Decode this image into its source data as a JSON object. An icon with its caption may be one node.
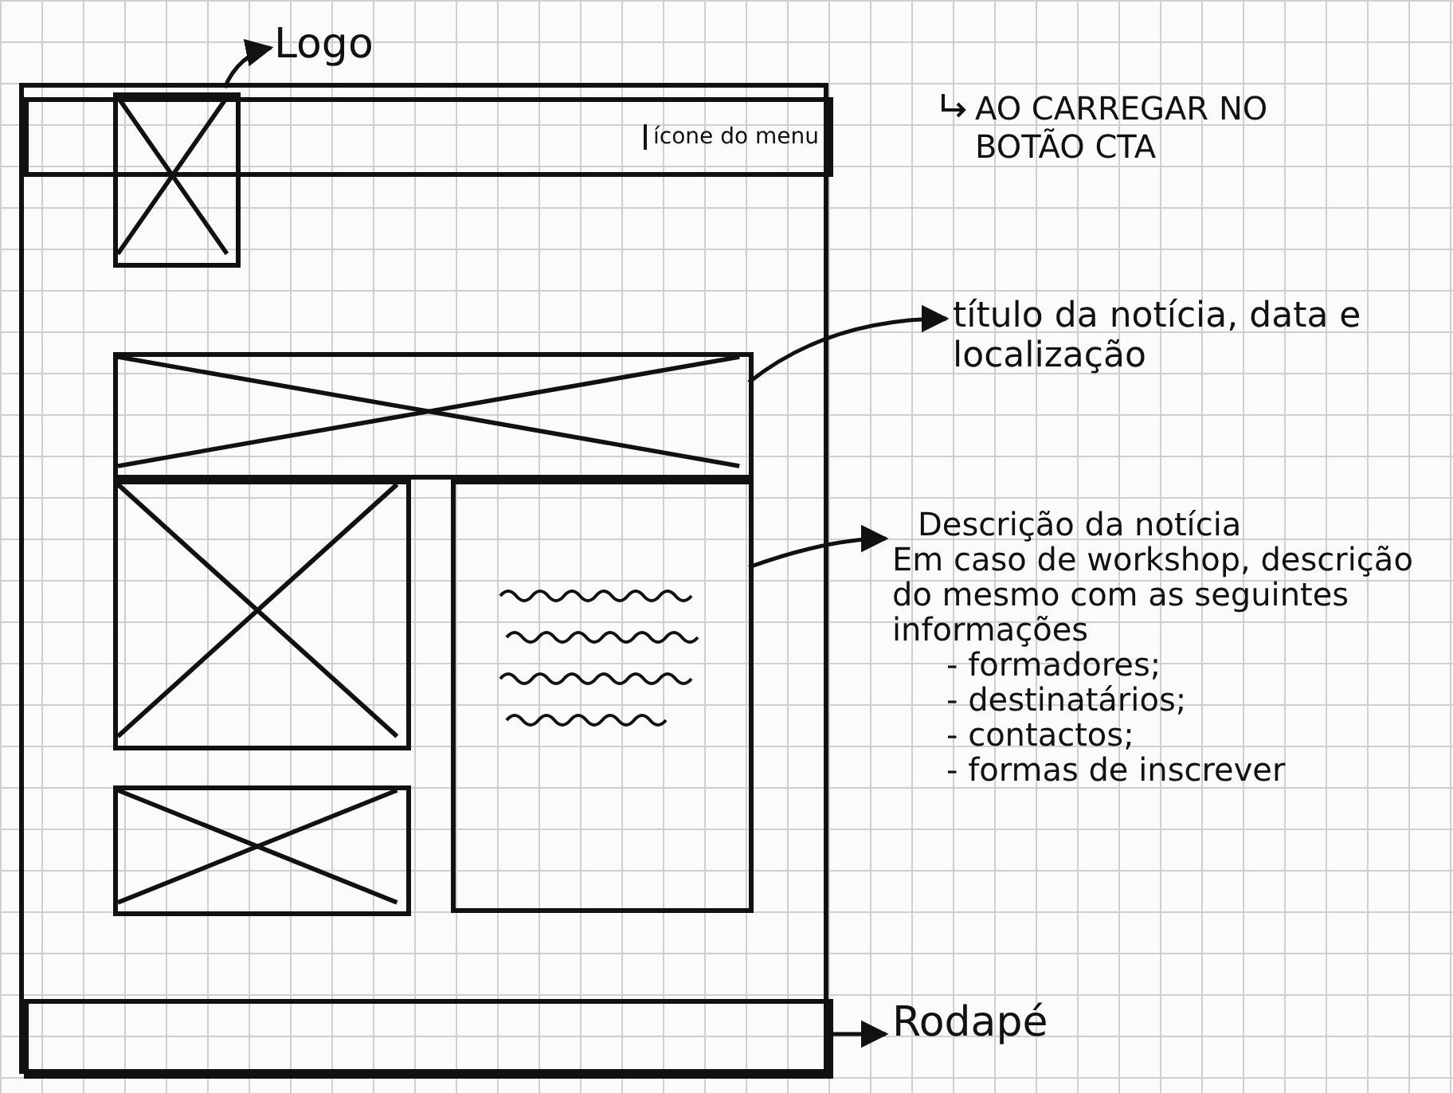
{
  "diagram": {
    "nodes": [
      {
        "text": [],
        "shape": "box"
      },
      {
        "text": [
          "ícone do menu"
        ],
        "in": 0
      },
      {
        "text": [],
        "shape": "picture",
        "in": 0
      },
      {
        "text": [
          "Logo"
        ]
      },
      {
        "text": [],
        "shape": "picture",
        "in": 0
      },
      {
        "text": [
          "título da notícia, data e localização"
        ]
      },
      {
        "text": [],
        "shape": "picture",
        "in": 0
      },
      {
        "text": [],
        "shape": "picture",
        "in": 0
      },
      {
        "text": [],
        "shape": "box",
        "in": 0
      },
      {
        "text": [
          "Descrição da notícia",
          "Em caso de workshop, descrição do mesmo com as seguintes informações",
          "- formadores;",
          "- destinatários;",
          "- contactos;",
          "- formas de inscrever"
        ]
      },
      {
        "text": [],
        "shape": "box",
        "in": 0
      },
      {
        "text": [
          "Rodapé"
        ]
      }
    ],
    "edges": [
      {
        "from": 2,
        "to": 3,
        "arrow": "to"
      },
      {
        "from": 4,
        "to": 5,
        "arrow": "to"
      },
      {
        "from": 8,
        "to": 9,
        "arrow": "to"
      },
      {
        "from": 10,
        "to": 11,
        "arrow": "to"
      }
    ],
    "labels": [
      "AO CARREGAR NO BOTÃO CTA"
    ]
  }
}
